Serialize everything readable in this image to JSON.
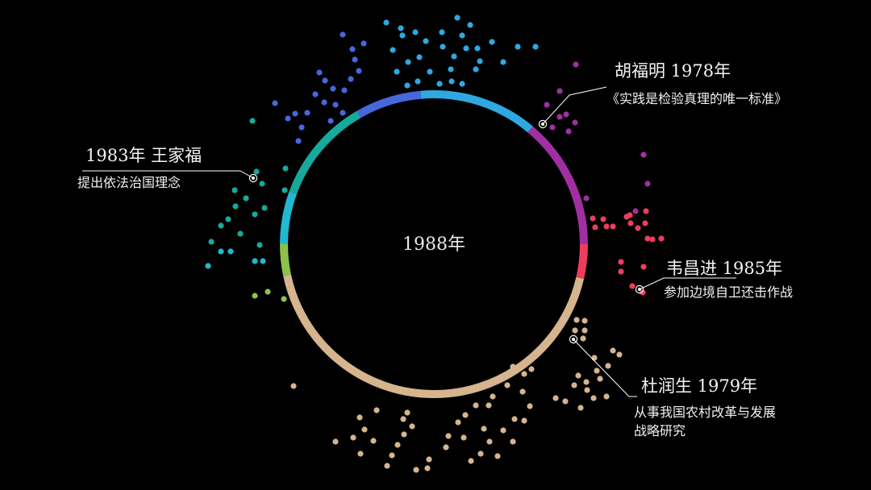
{
  "center_label": "1988年",
  "ring_segments": [
    {
      "group": "tan",
      "color": "#d6b48e",
      "from_deg": 103,
      "to_deg": 337
    },
    {
      "group": "lime",
      "color": "#8bc34a",
      "from_deg": 337,
      "to_deg": 351
    },
    {
      "group": "cyan",
      "color": "#22b8cf",
      "from_deg": 351,
      "to_deg": 373
    },
    {
      "group": "teal",
      "color": "#16a99c",
      "from_deg": 373,
      "to_deg": 414
    },
    {
      "group": "blue",
      "color": "#4767dc",
      "from_deg": 414,
      "to_deg": 453
    },
    {
      "group": "sky",
      "color": "#2fa8e0",
      "from_deg": 453,
      "to_deg": 509
    },
    {
      "group": "purple",
      "color": "#9f2fa3",
      "from_deg": 509,
      "to_deg": 538
    },
    {
      "group": "purple2",
      "color": "#a431a6",
      "from_deg": 538,
      "to_deg": 545
    },
    {
      "group": "red",
      "color": "#ee3d5c",
      "from_deg": 545,
      "to_deg": 463
    }
  ],
  "callouts": [
    {
      "id": "hu",
      "title": "胡福明 1978年",
      "lines": [
        "《实践是检验真理的唯一标准》"
      ],
      "color": "#9f2fa3"
    },
    {
      "id": "wang",
      "title": "1983年 王家福",
      "lines": [
        "提出依法治国理念"
      ],
      "color": "#16a99c"
    },
    {
      "id": "wei",
      "title": "韦昌进 1985年",
      "lines": [
        "参加边境自卫还击作战"
      ],
      "color": "#ee3d5c"
    },
    {
      "id": "du",
      "title": "杜润生 1979年",
      "lines": [
        "从事我国农村改革与发展",
        "战略研究"
      ],
      "color": "#d6b48e"
    }
  ]
}
